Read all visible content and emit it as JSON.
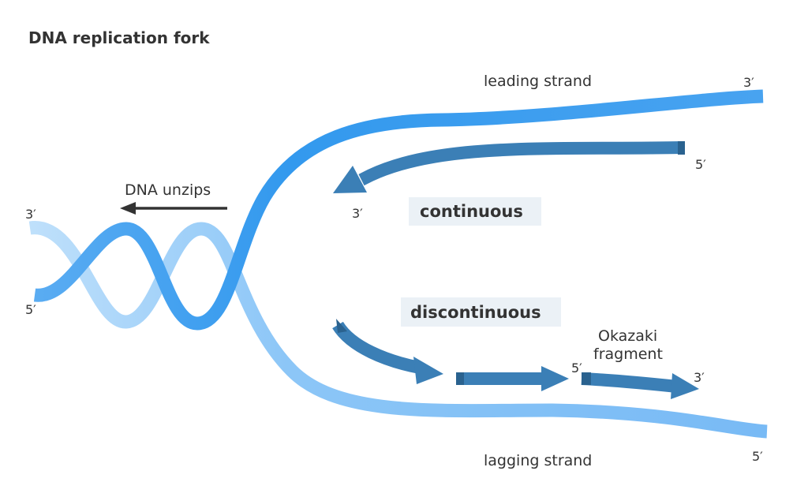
{
  "title": "DNA replication fork",
  "labels": {
    "leading_strand": "leading strand",
    "lagging_strand": "lagging strand",
    "dna_unzips": "DNA unzips",
    "continuous": "continuous",
    "discontinuous": "discontinuous",
    "okazaki_line1": "Okazaki",
    "okazaki_line2": "fragment"
  },
  "ends": {
    "helix_top": "3′",
    "helix_bottom": "5′",
    "leading_parent_end": "3′",
    "leading_new_start": "5′",
    "leading_new_end": "3′",
    "okazaki_start": "5′",
    "okazaki_end": "3′",
    "lagging_parent_end": "5′"
  },
  "colors": {
    "strand_light": "#bfe0fb",
    "strand_mid": "#7fbdf5",
    "strand_bright": "#3399ee",
    "new_strand": "#3b7fb6",
    "new_strand_dark": "#2a628f",
    "highlight_box": "#ebf1f6",
    "arrow_dark": "#333333"
  }
}
